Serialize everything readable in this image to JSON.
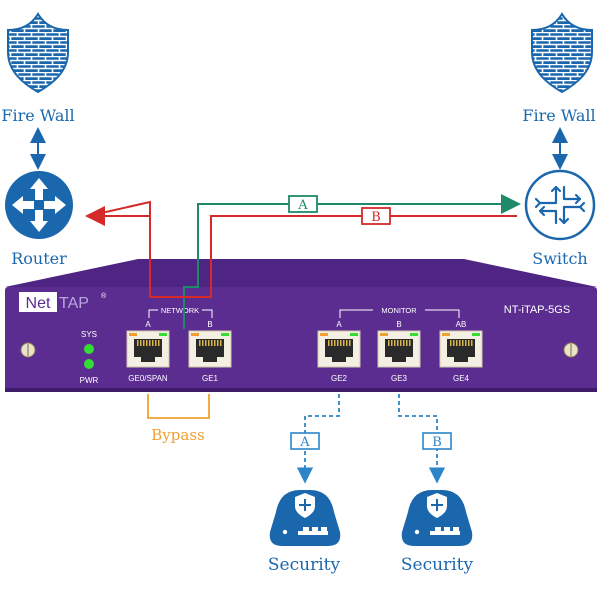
{
  "nodes": {
    "firewall_left": {
      "label": "Fire Wall"
    },
    "firewall_right": {
      "label": "Fire Wall"
    },
    "router": {
      "label": "Router"
    },
    "switch": {
      "label": "Switch"
    },
    "security_a": {
      "label": "Security"
    },
    "security_b": {
      "label": "Security"
    }
  },
  "links": {
    "a_label": "A",
    "b_label": "B",
    "monitor_a_label": "A",
    "monitor_b_label": "B",
    "bypass_label": "Bypass"
  },
  "device": {
    "brand_left": "Net",
    "brand_right": "TAP",
    "brand_reg": "®",
    "model": "NT-iTAP-5GS",
    "network_group": "NETWORK",
    "monitor_group": "MONITOR",
    "leds": {
      "sys": "SYS",
      "pwr": "PWR"
    },
    "ports": [
      {
        "top": "A",
        "bottom": "GE0/SPAN"
      },
      {
        "top": "B",
        "bottom": "GE1"
      },
      {
        "top": "A",
        "bottom": "GE2"
      },
      {
        "top": "B",
        "bottom": "GE3"
      },
      {
        "top": "AB",
        "bottom": "GE4"
      }
    ]
  },
  "colors": {
    "firewall": "#1b67ae",
    "device_body": "#5b2d91",
    "line_a": "#1e8a6a",
    "line_b": "#d42a2a",
    "bypass": "#f0a030",
    "monitor": "#2a86c8",
    "led": "#33dd33"
  }
}
